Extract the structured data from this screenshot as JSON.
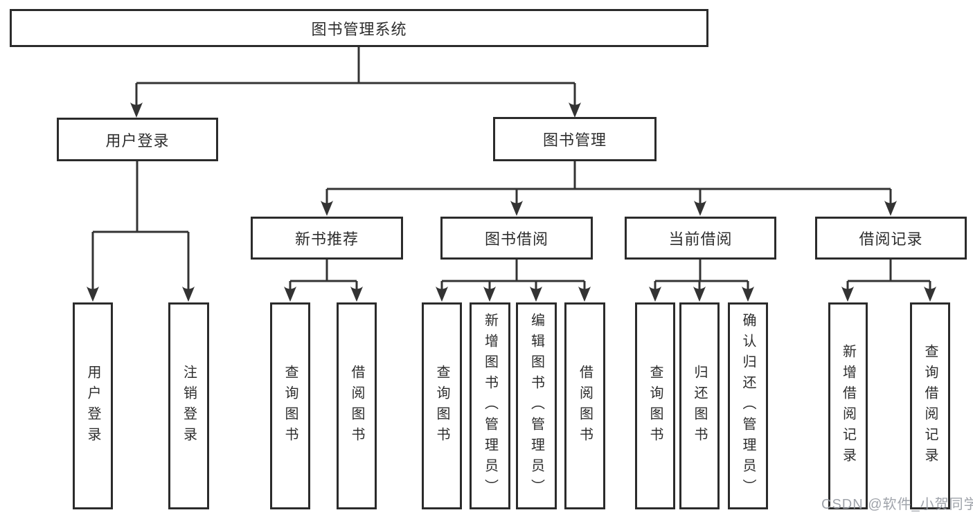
{
  "colors": {
    "background": "#ffffff",
    "line": "#333333",
    "box_border": "#2b2b2b",
    "text": "#2d2d2d",
    "watermark": "#979ba3"
  },
  "tree": {
    "root": {
      "label": "图书管理系统"
    },
    "branches": [
      {
        "label": "用户登录",
        "children": [
          {
            "label": "用户登录"
          },
          {
            "label": "注销登录"
          }
        ]
      },
      {
        "label": "图书管理",
        "children": [
          {
            "label": "新书推荐",
            "children": [
              {
                "label": "查询图书"
              },
              {
                "label": "借阅图书"
              }
            ]
          },
          {
            "label": "图书借阅",
            "children": [
              {
                "label": "查询图书"
              },
              {
                "label": "新增图书（管理员）"
              },
              {
                "label": "编辑图书（管理员）"
              },
              {
                "label": "借阅图书"
              }
            ]
          },
          {
            "label": "当前借阅",
            "children": [
              {
                "label": "查询图书"
              },
              {
                "label": "归还图书"
              },
              {
                "label": "确认归还（管理员）"
              }
            ]
          },
          {
            "label": "借阅记录",
            "children": [
              {
                "label": "新增借阅记录"
              },
              {
                "label": "查询借阅记录"
              }
            ]
          }
        ]
      }
    ]
  },
  "watermark": {
    "text": "CSDN @软件_小贺同学"
  }
}
